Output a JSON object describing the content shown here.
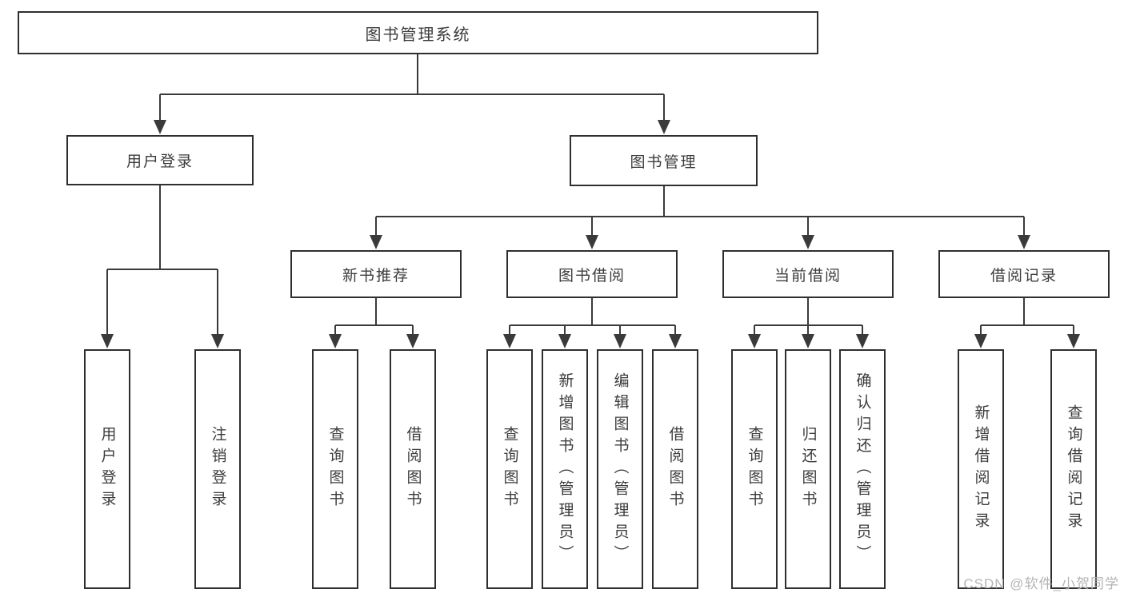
{
  "diagram": {
    "root": {
      "label": "图书管理系统"
    },
    "branches": [
      {
        "label": "用户登录",
        "children": [
          "用户登录",
          "注销登录"
        ]
      },
      {
        "label": "图书管理",
        "children": [
          {
            "label": "新书推荐",
            "children": [
              "查询图书",
              "借阅图书"
            ]
          },
          {
            "label": "图书借阅",
            "children": [
              "查询图书",
              "新增图书（管理员）",
              "编辑图书（管理员）",
              "借阅图书"
            ]
          },
          {
            "label": "当前借阅",
            "children": [
              "查询图书",
              "归还图书",
              "确认归还（管理员）"
            ]
          },
          {
            "label": "借阅记录",
            "children": [
              "新增借阅记录",
              "查询借阅记录"
            ]
          }
        ]
      }
    ]
  },
  "watermark": {
    "text": "CSDN @软件_小贺同学"
  },
  "colors": {
    "line": "#3a3a3a",
    "box_border": "#2f2f2f",
    "text": "#3c3c3c",
    "background": "#ffffff",
    "watermark": "#b4b4b4"
  }
}
